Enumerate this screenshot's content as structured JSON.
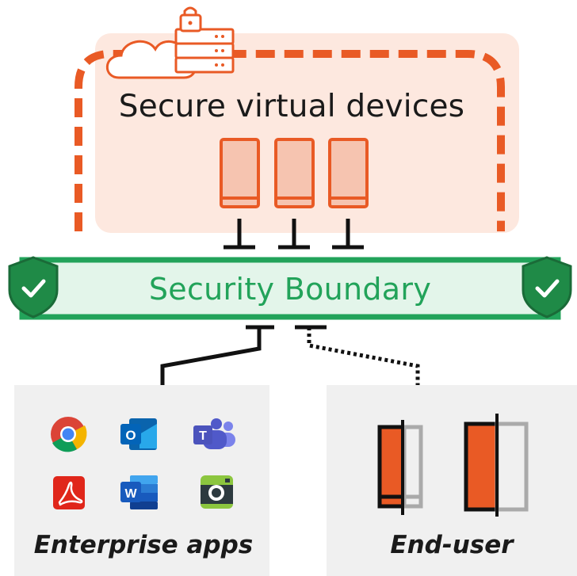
{
  "top_panel": {
    "title": "Secure virtual devices",
    "virtual_device_count": 3
  },
  "boundary": {
    "label": "Security Boundary"
  },
  "enterprise_panel": {
    "label": "Enterprise apps",
    "apps": [
      {
        "name": "chrome",
        "icon": "chrome-icon"
      },
      {
        "name": "outlook",
        "icon": "outlook-icon",
        "letter": "O"
      },
      {
        "name": "teams",
        "icon": "teams-icon",
        "letter": "T"
      },
      {
        "name": "acrobat",
        "icon": "acrobat-icon"
      },
      {
        "name": "word",
        "icon": "word-icon",
        "letter": "W"
      },
      {
        "name": "camera",
        "icon": "camera-icon"
      }
    ]
  },
  "enduser_panel": {
    "label": "End-user",
    "device_count": 2
  },
  "colors": {
    "accent": "#e95a25",
    "accent_light": "#fde8df",
    "device_fill": "#f6c4b0",
    "boundary_green": "#22a35a",
    "boundary_fill": "#e3f5ea",
    "shield_green": "#1f8a47",
    "panel_gray": "#f0f0f0",
    "line_black": "#111111"
  }
}
